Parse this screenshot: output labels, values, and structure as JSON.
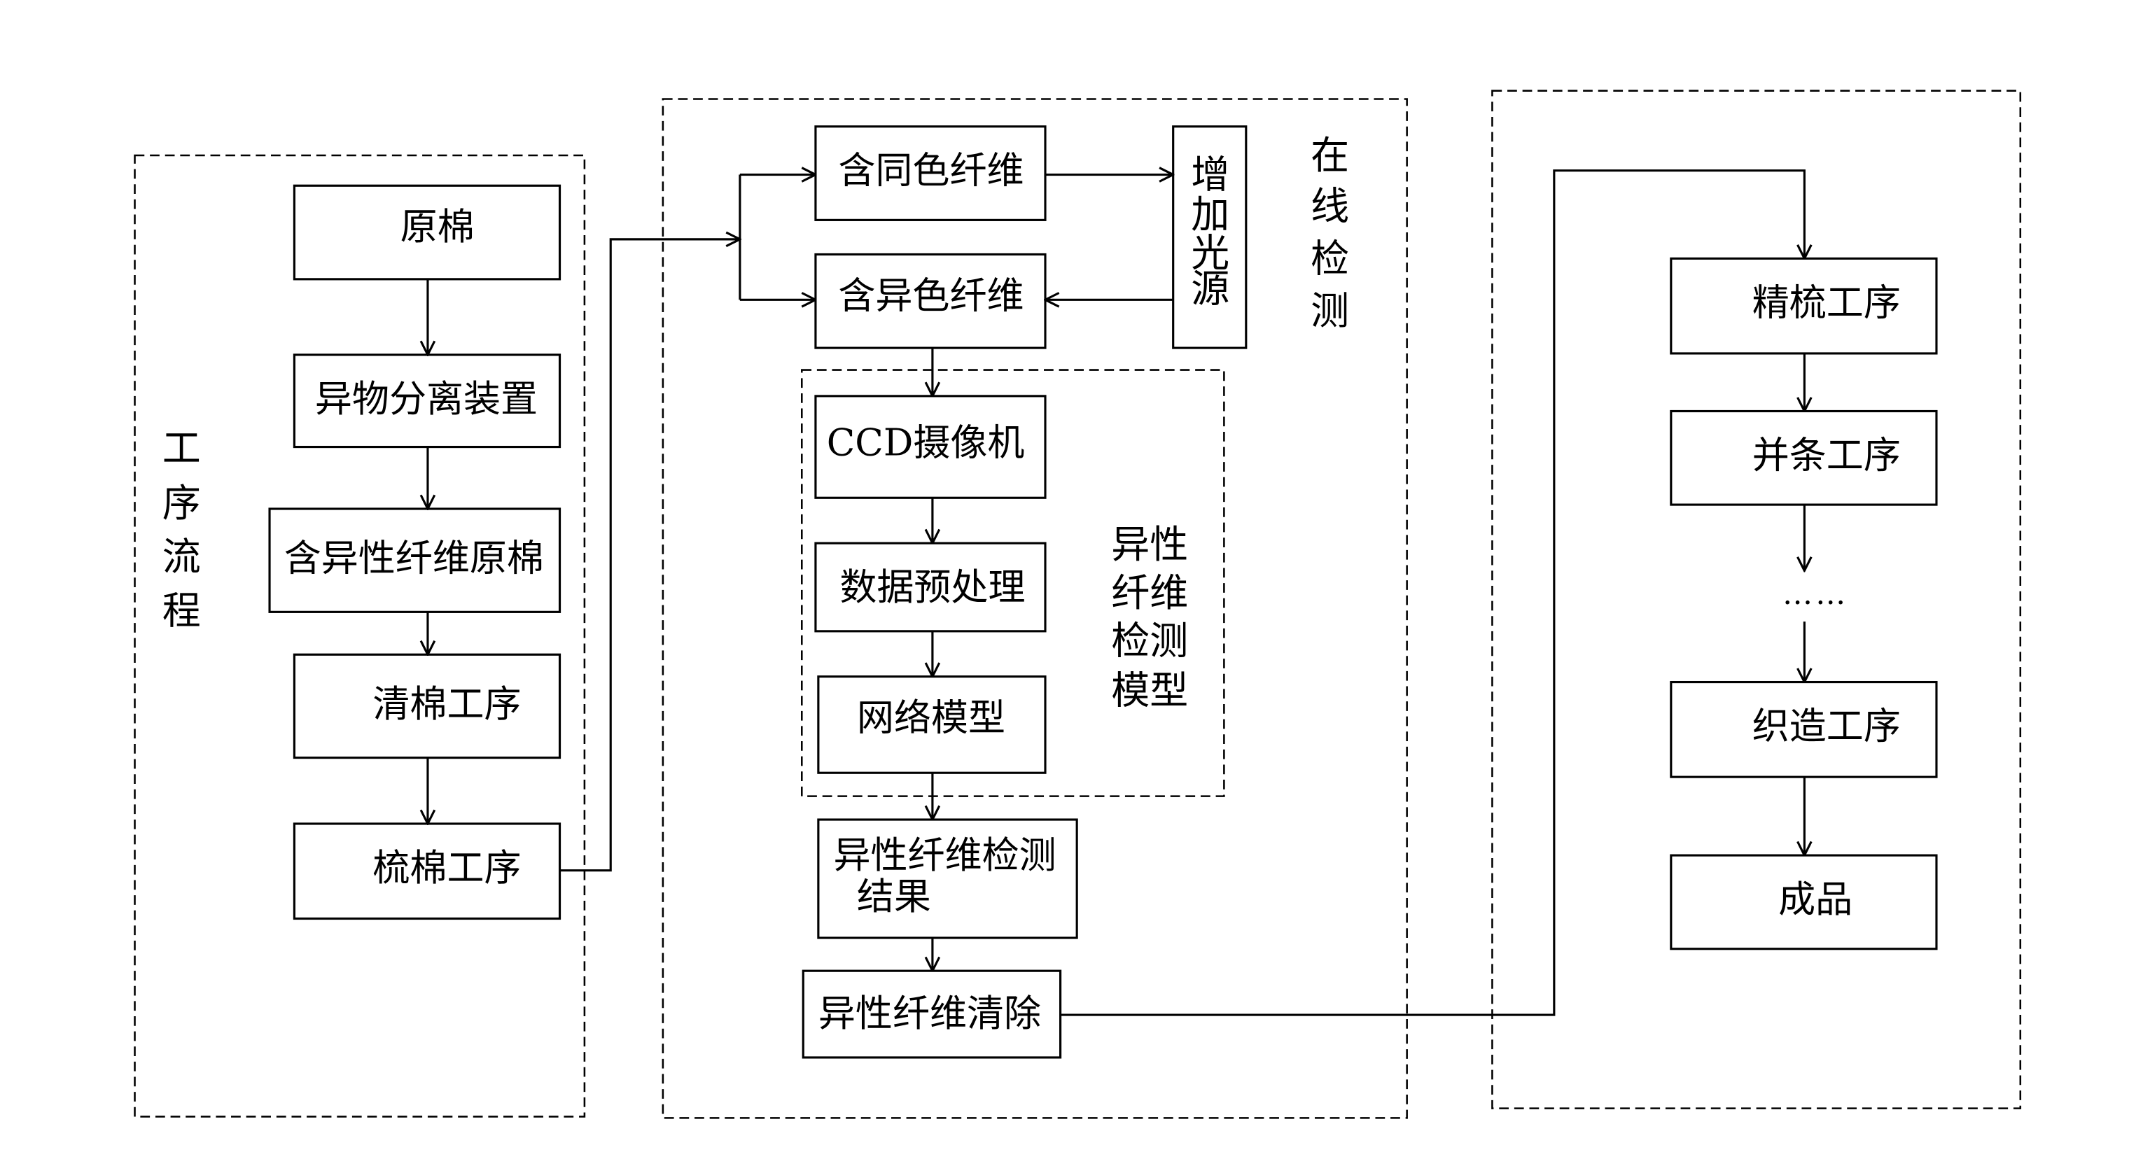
{
  "groups": {
    "process_flow": {
      "label_chars": [
        "工",
        "序",
        "流",
        "程"
      ]
    },
    "online_detection": {
      "label_chars": [
        "在",
        "线",
        "检",
        "测"
      ]
    },
    "detection_model": {
      "label_chars": [
        "异性",
        "纤维",
        "检测",
        "模型"
      ]
    }
  },
  "process_flow": {
    "steps": [
      "原棉",
      "异物分离装置",
      "含异性纤维原棉",
      "清棉工序",
      "梳棉工序"
    ]
  },
  "online_detection": {
    "same_color": "含同色纤维",
    "diff_color": "含异色纤维",
    "light_source_chars": [
      "增",
      "加",
      "光",
      "源"
    ],
    "ccd_camera": "CCD摄像机",
    "preprocessing": "数据预处理",
    "network_model": "网络模型",
    "result_line1": "异性纤维检测",
    "result_line2": "结果",
    "removal": "异性纤维清除"
  },
  "downstream": {
    "steps": [
      "精梳工序",
      "并条工序",
      "织造工序",
      "成品"
    ],
    "ellipsis": "……"
  }
}
